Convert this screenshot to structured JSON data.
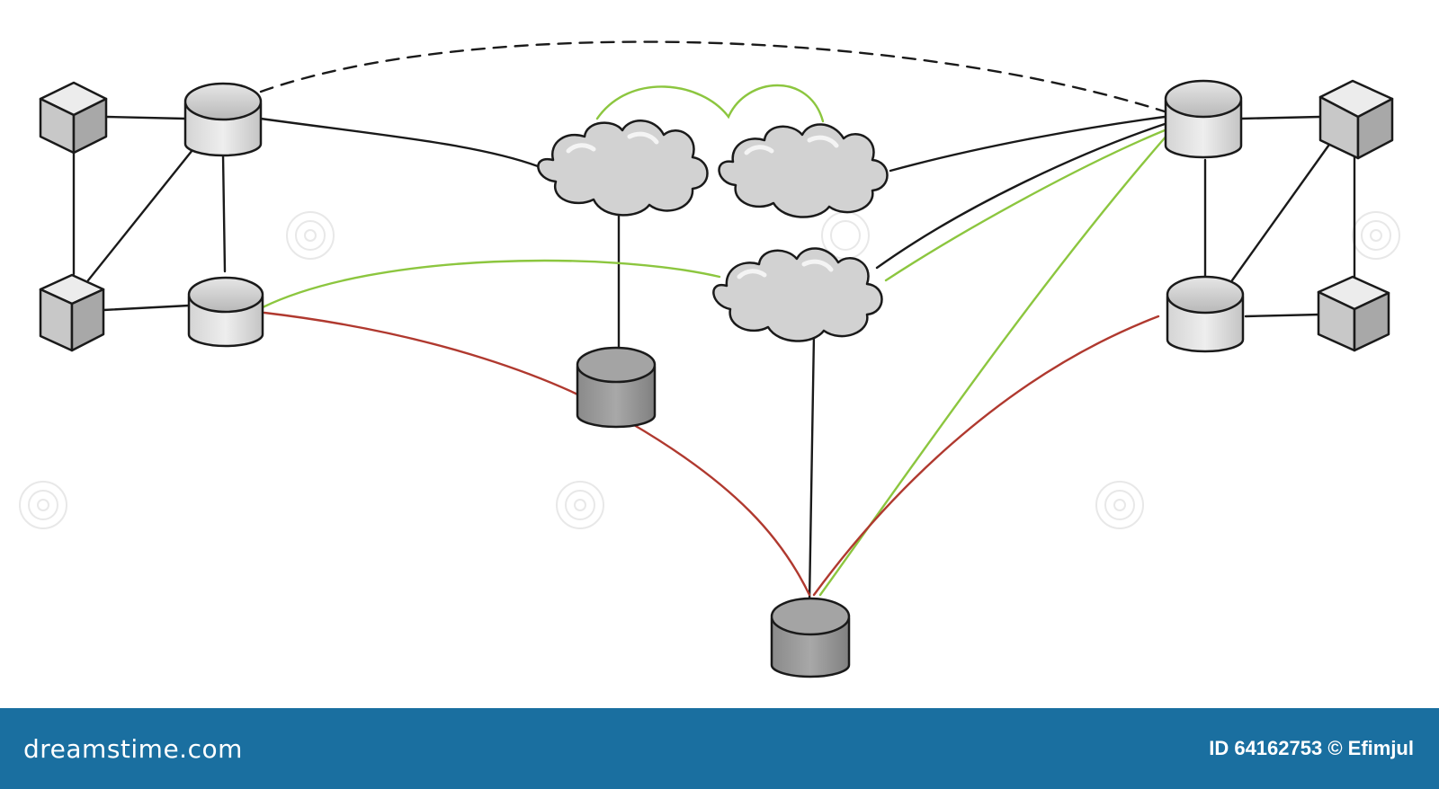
{
  "diagram": {
    "colors": {
      "ink": "#1a1a1a",
      "green": "#8cc63f",
      "red": "#b0392f",
      "node_light": "#d8d8d8",
      "node_dark": "#9a9a9a",
      "cloud": "#d0d0d0"
    },
    "nodes": [
      {
        "id": "switch-left-top",
        "kind": "cube-switch"
      },
      {
        "id": "switch-left-bottom",
        "kind": "cube-switch"
      },
      {
        "id": "router-left-top",
        "kind": "router"
      },
      {
        "id": "router-left-bottom",
        "kind": "router"
      },
      {
        "id": "cloud-left",
        "kind": "cloud"
      },
      {
        "id": "cloud-center-top",
        "kind": "cloud"
      },
      {
        "id": "cloud-center-bottom",
        "kind": "cloud"
      },
      {
        "id": "router-middle",
        "kind": "router-dark"
      },
      {
        "id": "router-bottom",
        "kind": "router-dark"
      },
      {
        "id": "router-right-top",
        "kind": "router"
      },
      {
        "id": "router-right-bottom",
        "kind": "router"
      },
      {
        "id": "switch-right-top",
        "kind": "cube-switch"
      },
      {
        "id": "switch-right-bottom",
        "kind": "cube-switch"
      }
    ],
    "link_types": [
      "solid-black",
      "dashed-black",
      "green",
      "red"
    ]
  },
  "footer": {
    "brand": "dreamstime.com",
    "credit": "ID 64162753 © Efimjul"
  },
  "watermark": "dreamstime"
}
